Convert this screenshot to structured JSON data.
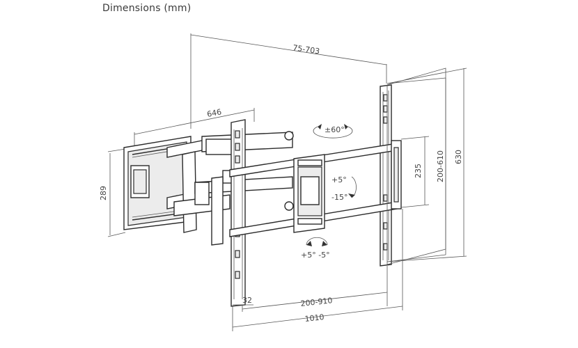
{
  "title": "Dimensions (mm)",
  "dimensions": {
    "vesa_span": "75-703",
    "arm_extension": "646",
    "wall_plate_height": "289",
    "tilt": "+5°",
    "tilt_down": "-15°",
    "swivel": "±60°",
    "rotation": "+5°  -5°",
    "bracket_width": "32",
    "horizontal_range": "200-910",
    "total_width": "1010",
    "plate_height": "235",
    "vertical_range": "200-610",
    "total_height": "630"
  }
}
